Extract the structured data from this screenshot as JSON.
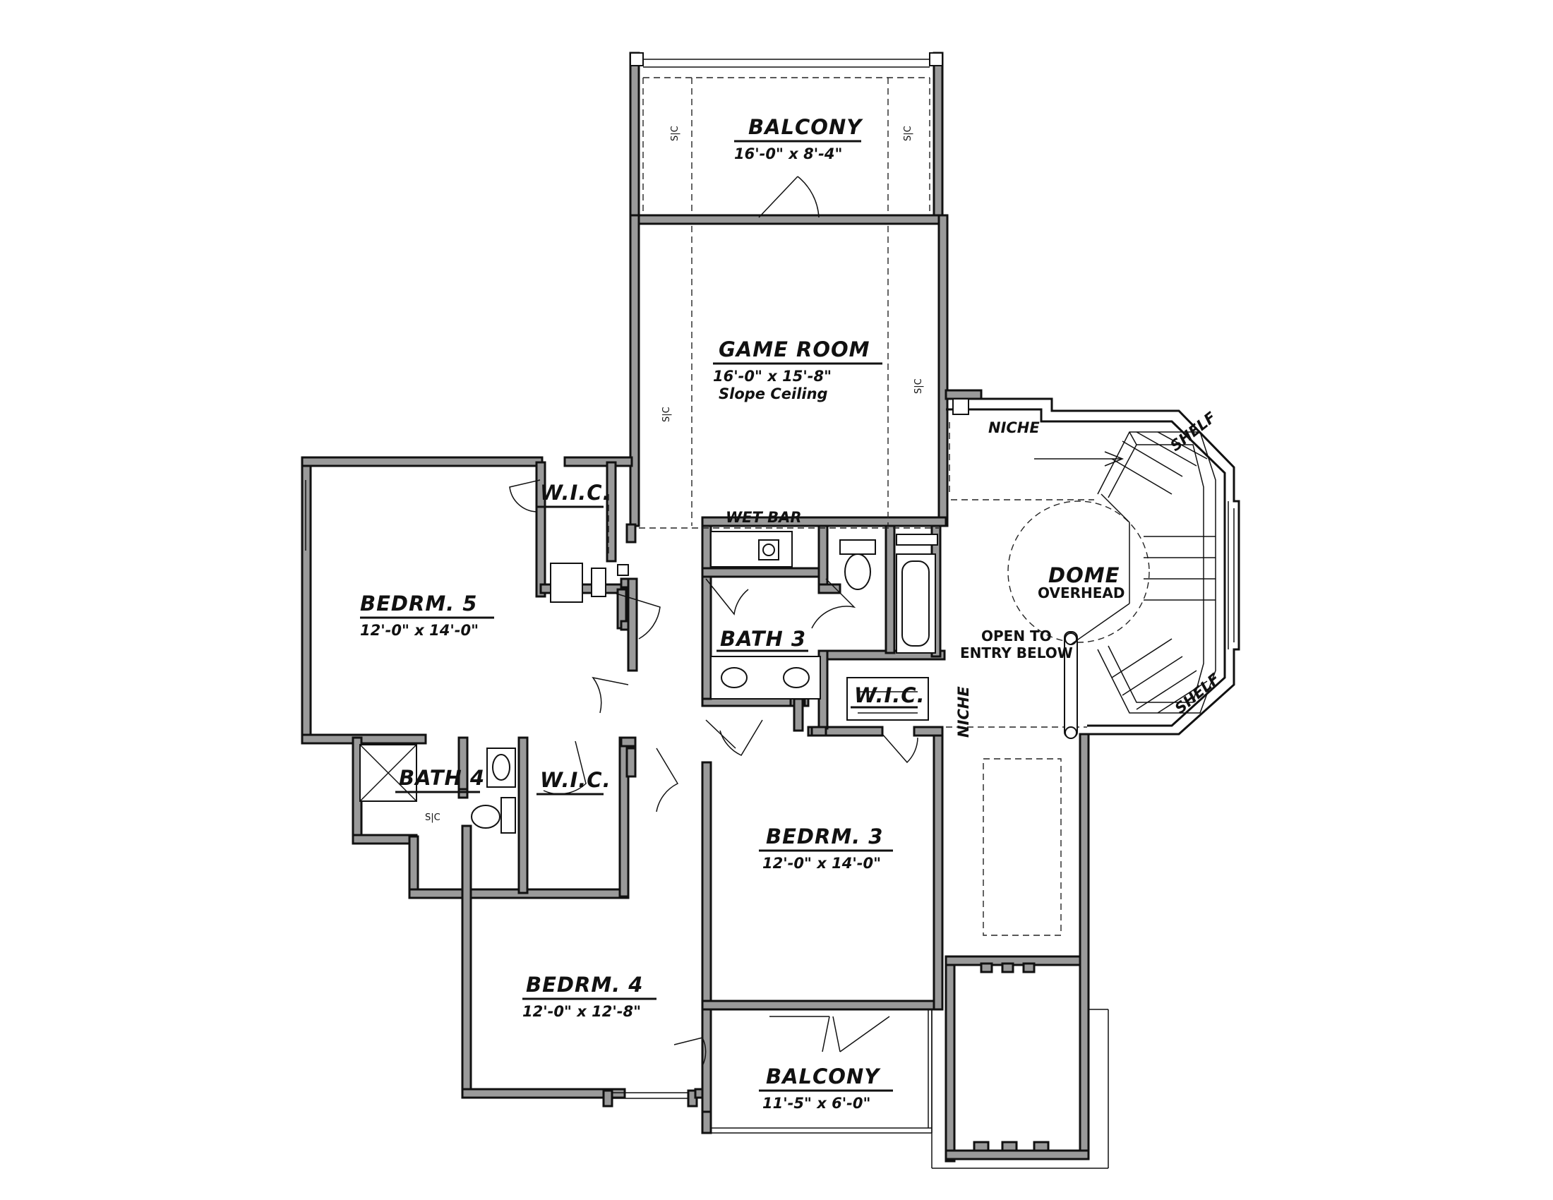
{
  "rooms": {
    "balcony_top": {
      "name": "BALCONY",
      "dims": "16'-0\" x 8'-4\""
    },
    "game_room": {
      "name": "GAME ROOM",
      "dims": "16'-0\" x 15'-8\"",
      "ceiling": "Slope Ceiling"
    },
    "bedroom5": {
      "name": "BEDRM. 5",
      "dims": "12'-0\" x 14'-0\""
    },
    "bedroom3": {
      "name": "BEDRM. 3",
      "dims": "12'-0\" x 14'-0\""
    },
    "bedroom4": {
      "name": "BEDRM. 4",
      "dims": "12'-0\" x 12'-8\""
    },
    "balcony_bottom": {
      "name": "BALCONY",
      "dims": "11'-5\" x 6'-0\""
    },
    "bath3": {
      "name": "BATH 3"
    },
    "bath4": {
      "name": "BATH 4"
    },
    "wic_bed5": {
      "name": "W.I.C."
    },
    "wic_bed3": {
      "name": "W.I.C."
    },
    "wic_bed4": {
      "name": "W.I.C."
    }
  },
  "labels": {
    "wet_bar": "WET BAR",
    "niche_top": "NICHE",
    "niche_side": "NICHE",
    "shelf_top": "SHELF",
    "shelf_bottom": "SHELF",
    "dome": "DOME",
    "dome_sub": "OVERHEAD",
    "open_to": "OPEN TO",
    "entry_below": "ENTRY BELOW",
    "sc": "S|C"
  }
}
